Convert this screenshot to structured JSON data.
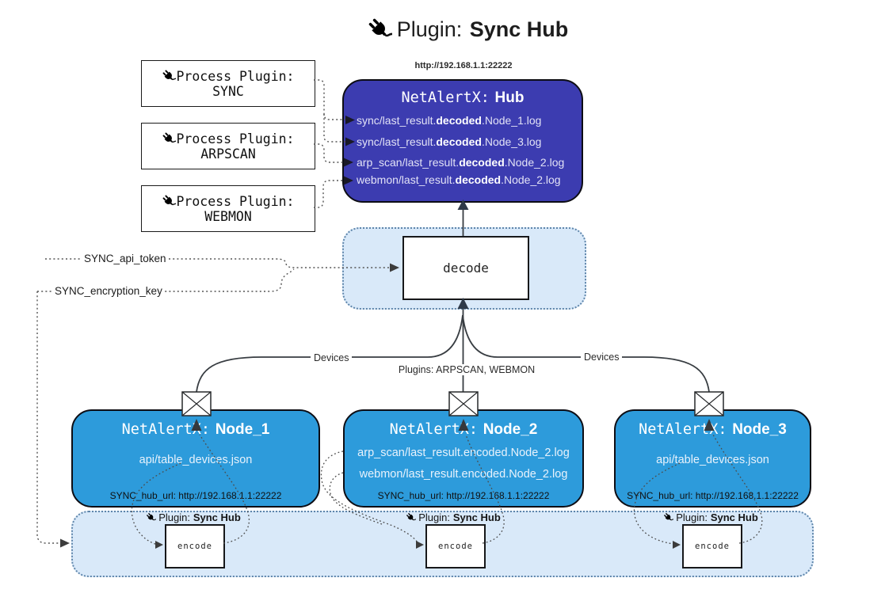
{
  "title": {
    "prefix": "Plugin:",
    "name": "Sync Hub"
  },
  "process_plugins": [
    {
      "line1": "Process Plugin:",
      "name": "SYNC"
    },
    {
      "line1": "Process Plugin:",
      "name": "ARPSCAN"
    },
    {
      "line1": "Process Plugin:",
      "name": "WEBMON"
    }
  ],
  "hub": {
    "url": "http://192.168.1.1:22222",
    "title_mono": "NetAlertX:",
    "title_bold": "Hub",
    "lines": [
      {
        "pre": "sync/last_result.",
        "bold": "decoded",
        "post": ".Node_1.log"
      },
      {
        "pre": "sync/last_result.",
        "bold": "decoded",
        "post": ".Node_3.log"
      },
      {
        "pre": "arp_scan/last_result.",
        "bold": "decoded",
        "post": ".Node_2.log"
      },
      {
        "pre": "webmon/last_result.",
        "bold": "decoded",
        "post": ".Node_2.log"
      }
    ]
  },
  "decode": {
    "label": "decode"
  },
  "tokens": {
    "api_token": "SYNC_api_token",
    "encryption_key": "SYNC_encryption_key"
  },
  "flow_labels": {
    "devices_left": "Devices",
    "plugins_center": "Plugins: ARPSCAN, WEBMON",
    "devices_right": "Devices"
  },
  "nodes": [
    {
      "title_mono": "NetAlertX:",
      "title_bold": "Node_1",
      "lines": [
        "api/table_devices.json"
      ],
      "hub_url": "SYNC_hub_url: http://192.168.1.1:22222"
    },
    {
      "title_mono": "NetAlertX:",
      "title_bold": "Node_2",
      "lines": [
        "arp_scan/last_result.encoded.Node_2.log",
        "webmon/last_result.encoded.Node_2.log"
      ],
      "hub_url": "SYNC_hub_url: http://192.168.1.1:22222"
    },
    {
      "title_mono": "NetAlertX:",
      "title_bold": "Node_3",
      "lines": [
        "api/table_devices.json"
      ],
      "hub_url": "SYNC_hub_url: http://192.168.1.1:22222"
    }
  ],
  "encoders": [
    {
      "label_prefix": "Plugin:",
      "label_bold": "Sync Hub",
      "box": "encode"
    },
    {
      "label_prefix": "Plugin:",
      "label_bold": "Sync Hub",
      "box": "encode"
    },
    {
      "label_prefix": "Plugin:",
      "label_bold": "Sync Hub",
      "box": "encode"
    }
  ],
  "colors": {
    "hub_fill": "#3c3cb0",
    "node_fill": "#2d9bdb",
    "panel_fill": "#d9e9f9",
    "panel_border": "#5f86ab"
  }
}
